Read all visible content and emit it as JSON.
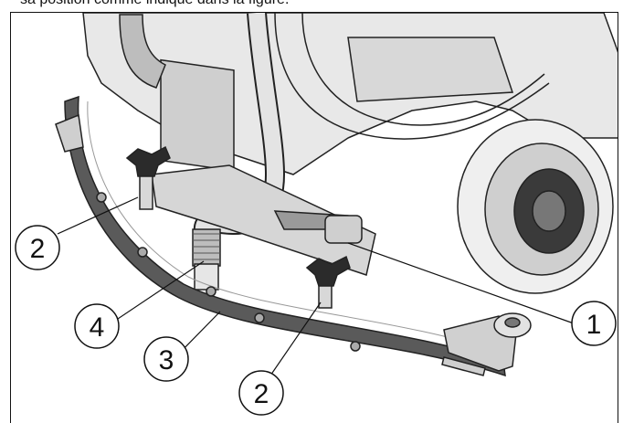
{
  "caption_fragment": "sa position comme indiqué dans la figure.",
  "callouts": [
    "1",
    "2",
    "2",
    "3",
    "4"
  ],
  "colors": {
    "line": "#111111",
    "metal": "#d9d9d9",
    "dark_part": "#555555",
    "wheel": "#e6e6e6"
  }
}
